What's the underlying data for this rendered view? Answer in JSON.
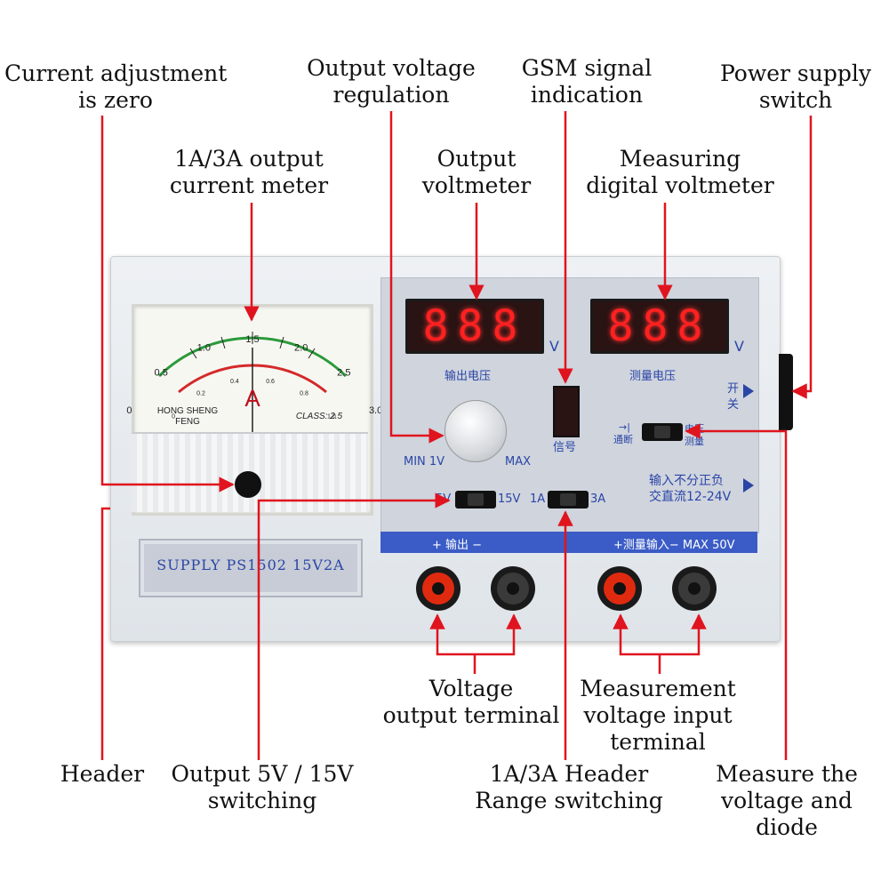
{
  "callouts": {
    "current_zero": [
      "Current adjustment",
      "is zero"
    ],
    "output_regulation": [
      "Output voltage",
      "regulation"
    ],
    "gsm": [
      "GSM signal",
      "indication"
    ],
    "power_switch": [
      "Power supply",
      "switch"
    ],
    "current_meter": [
      "1A/3A output",
      "current meter"
    ],
    "output_voltmeter": [
      "Output",
      "voltmeter"
    ],
    "measuring_voltmeter": [
      "Measuring",
      "digital voltmeter"
    ],
    "voltage_output_terminal": [
      "Voltage",
      "output terminal"
    ],
    "measurement_terminal": [
      "Measurement",
      "voltage input",
      "terminal"
    ],
    "header": [
      "Header"
    ],
    "output_switching": [
      "Output 5V / 15V",
      "switching"
    ],
    "range_switching": [
      "1A/3A Header",
      "Range switching"
    ],
    "measure_diode": [
      "Measure the",
      "voltage and",
      "diode"
    ]
  },
  "device": {
    "meter": {
      "scale_top": [
        "0",
        "0.5",
        "1.0",
        "1.5",
        "2.0",
        "2.5",
        "3.0"
      ],
      "scale_bottom": [
        "0",
        "0.2",
        "0.4",
        "0.6",
        "0.8",
        "1.0"
      ],
      "unit": "A",
      "brand": [
        "HONG SHENG",
        "FENG"
      ],
      "class": "CLASS: 2.5"
    },
    "plate_text": "SUPPLY PS1502 15V2A",
    "display_output": "888",
    "display_measure": "888",
    "v_unit": "V",
    "output_label": "输出电压",
    "measure_label": "测量电压",
    "knob_min": "MIN 1V",
    "knob_max": "MAX",
    "signal_label": "信号",
    "power_label": [
      "开",
      "关"
    ],
    "diode_left": "通断",
    "diode_right": [
      "电压",
      "测量"
    ],
    "input_note": [
      "输入不分正负",
      "交直流12-24V"
    ],
    "sw_5v": "5V",
    "sw_15v": "15V",
    "sw_1a": "1A",
    "sw_3a": "3A",
    "strip_left": "+ 输出 −",
    "strip_right": "+测量输入− MAX 50V"
  },
  "colors": {
    "arrow": "#e0141e",
    "panel_text": "#2b45a6",
    "strip": "#3b5cc6"
  }
}
